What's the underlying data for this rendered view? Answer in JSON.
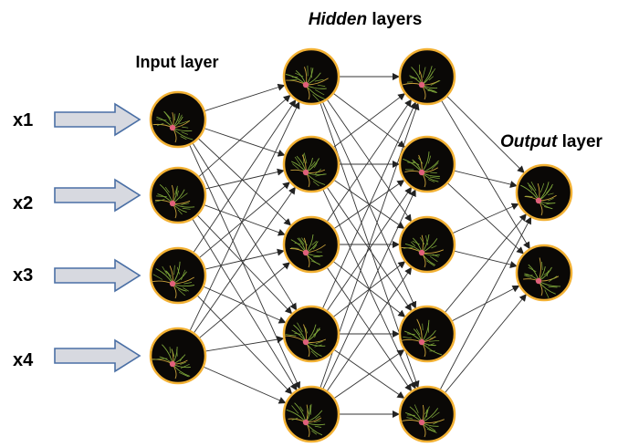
{
  "titles": {
    "input": "Input layer",
    "hidden_emph": "Hidden",
    "hidden_rest": " layers",
    "output_emph": "Output",
    "output_rest": " layer"
  },
  "inputs": [
    "x1",
    "x2",
    "x3",
    "x4"
  ],
  "layers": [
    {
      "id": "input",
      "count": 4
    },
    {
      "id": "hidden1",
      "count": 5
    },
    {
      "id": "hidden2",
      "count": 5
    },
    {
      "id": "output",
      "count": 2
    }
  ],
  "colors": {
    "neuron_border": "#f2b134",
    "neuron_fill": "#0a0806",
    "dendrite": "#7da63a",
    "dendrite_alt": "#c9a23a",
    "soma": "#e0607a",
    "edge": "#333333",
    "arrow_fill": "#d7d9e0",
    "arrow_stroke": "#4a6fa5"
  },
  "icons": {
    "neuron": "neuron-icon",
    "input_arrow": "arrow-right-icon"
  }
}
